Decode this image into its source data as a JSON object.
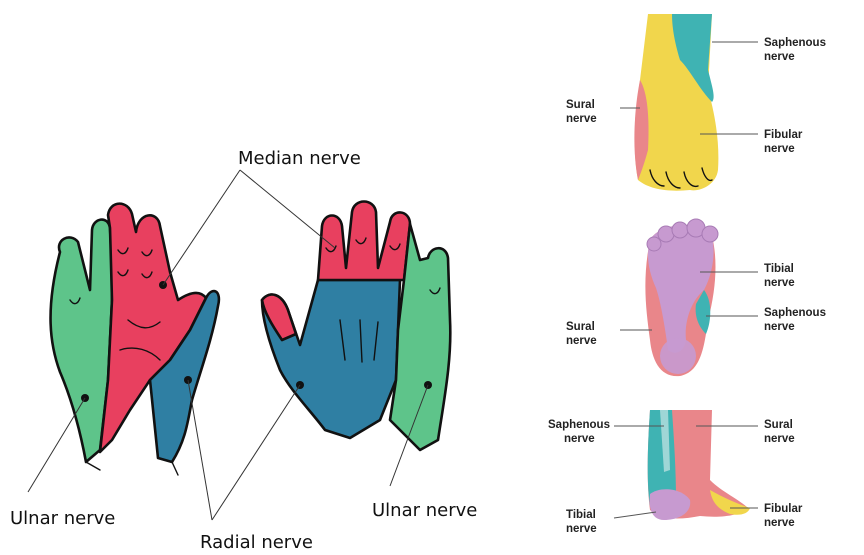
{
  "hand_labels": {
    "median": "Median nerve",
    "ulnar_left": "Ulnar nerve",
    "radial": "Radial nerve",
    "ulnar_right": "Ulnar nerve"
  },
  "foot_dorsal_labels": {
    "saphenous_line1": "Saphenous",
    "saphenous_line2": "nerve",
    "sural_line1": "Sural",
    "sural_line2": "nerve",
    "fibular_line1": "Fibular",
    "fibular_line2": "nerve"
  },
  "foot_plantar_labels": {
    "tibial_line1": "Tibial",
    "tibial_line2": "nerve",
    "saphenous_line1": "Saphenous",
    "saphenous_line2": "nerve",
    "sural_line1": "Sural",
    "sural_line2": "nerve"
  },
  "foot_heel_labels": {
    "saphenous_line1": "Saphenous",
    "saphenous_line2": "nerve",
    "sural_line1": "Sural",
    "sural_line2": "nerve",
    "tibial_line1": "Tibial",
    "tibial_line2": "nerve",
    "fibular_line1": "Fibular",
    "fibular_line2": "nerve"
  },
  "colors": {
    "median": "#e8405f",
    "ulnar": "#5ec48a",
    "radial": "#2f7fa3",
    "saphenous": "#3fb3b3",
    "fibular": "#f1d64c",
    "sural": "#e9868a",
    "tibial": "#c79ad0"
  }
}
